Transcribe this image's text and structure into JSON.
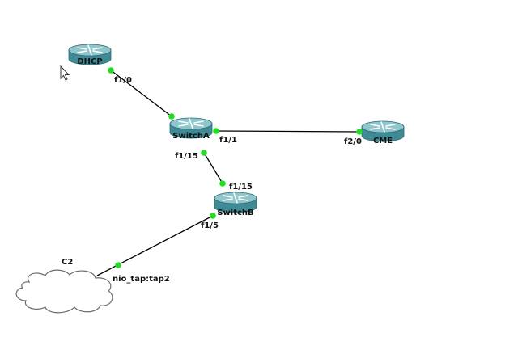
{
  "colors": {
    "router_top": "#8fc6cc",
    "router_side": "#3f8a95",
    "router_dark": "#2d6c75",
    "link": "#000000",
    "port_dot": "#22dd22",
    "cloud_stroke": "#6c6c6c"
  },
  "icons": {
    "pointer": "mouse-pointer-icon",
    "router": "router-icon",
    "cloud": "cloud-icon"
  },
  "nodes": {
    "dhcp": {
      "label": "DHCP"
    },
    "switchA": {
      "label": "SwitchA"
    },
    "cme": {
      "label": "CME"
    },
    "switchB": {
      "label": "SwitchB"
    },
    "c2": {
      "label": "C2"
    }
  },
  "ports": {
    "dhcp_f1_0": "f1/0",
    "switchA_f1_1": "f1/1",
    "cme_f2_0": "f2/0",
    "switchA_f1_15": "f1/15",
    "switchB_f1_15": "f1/15",
    "switchB_f1_5": "f1/5",
    "c2_nio": "nio_tap:tap2"
  }
}
